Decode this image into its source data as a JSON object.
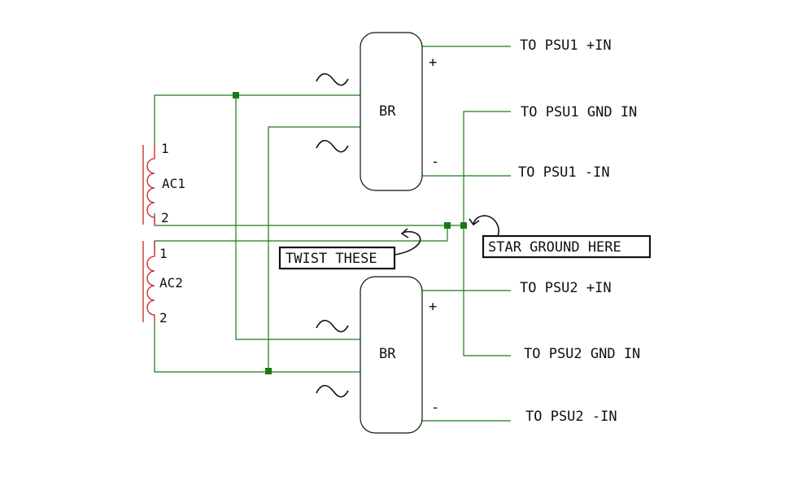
{
  "transformers": [
    {
      "name": "AC1",
      "pin1": "1",
      "pin2": "2"
    },
    {
      "name": "AC2",
      "pin1": "1",
      "pin2": "2"
    }
  ],
  "bridges": [
    {
      "label": "BR",
      "plus": "+",
      "minus": "-",
      "ac_symbol": "~"
    },
    {
      "label": "BR",
      "plus": "+",
      "minus": "-",
      "ac_symbol": "~"
    }
  ],
  "outputs": {
    "psu1_plus": "TO PSU1 +IN",
    "psu1_gnd": "TO PSU1 GND IN",
    "psu1_minus": "TO PSU1 -IN",
    "psu2_plus": "TO PSU2 +IN",
    "psu2_gnd": "TO PSU2 GND IN",
    "psu2_minus": "TO PSU2 -IN"
  },
  "callouts": {
    "twist": "TWIST THESE",
    "star": "STAR GROUND HERE"
  },
  "colors": {
    "wire": "#1a7a1a",
    "coil": "#cc2222",
    "outline": "#111111"
  }
}
